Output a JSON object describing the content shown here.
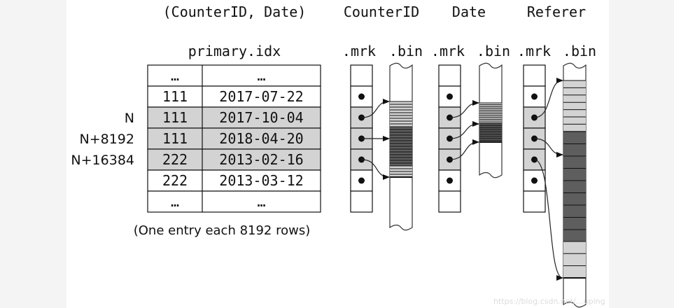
{
  "primary_key_label": "(CounterID, Date)",
  "index_file": "primary.idx",
  "caption": "(One entry each 8192 rows)",
  "table_rows": [
    {
      "row_label": "",
      "counter_id": "…",
      "date": "…",
      "highlighted": false
    },
    {
      "row_label": "",
      "counter_id": "111",
      "date": "2017-07-22",
      "highlighted": false
    },
    {
      "row_label": "N",
      "counter_id": "111",
      "date": "2017-10-04",
      "highlighted": true
    },
    {
      "row_label": "N+8192",
      "counter_id": "111",
      "date": "2018-04-20",
      "highlighted": true
    },
    {
      "row_label": "N+16384",
      "counter_id": "222",
      "date": "2013-02-16",
      "highlighted": true
    },
    {
      "row_label": "",
      "counter_id": "222",
      "date": "2013-03-12",
      "highlighted": false
    },
    {
      "row_label": "",
      "counter_id": "…",
      "date": "…",
      "highlighted": false
    }
  ],
  "columns": [
    {
      "name": "CounterID",
      "mrk": ".mrk",
      "bin": ".bin"
    },
    {
      "name": "Date",
      "mrk": ".mrk",
      "bin": ".bin"
    },
    {
      "name": "Referer",
      "mrk": ".mrk",
      "bin": ".bin"
    }
  ],
  "colors": {
    "highlight": "#d3d3d3",
    "dark_block": "#5e5e5e",
    "line": "#111111"
  },
  "watermark": "https://blog.csdn.net/…uping"
}
